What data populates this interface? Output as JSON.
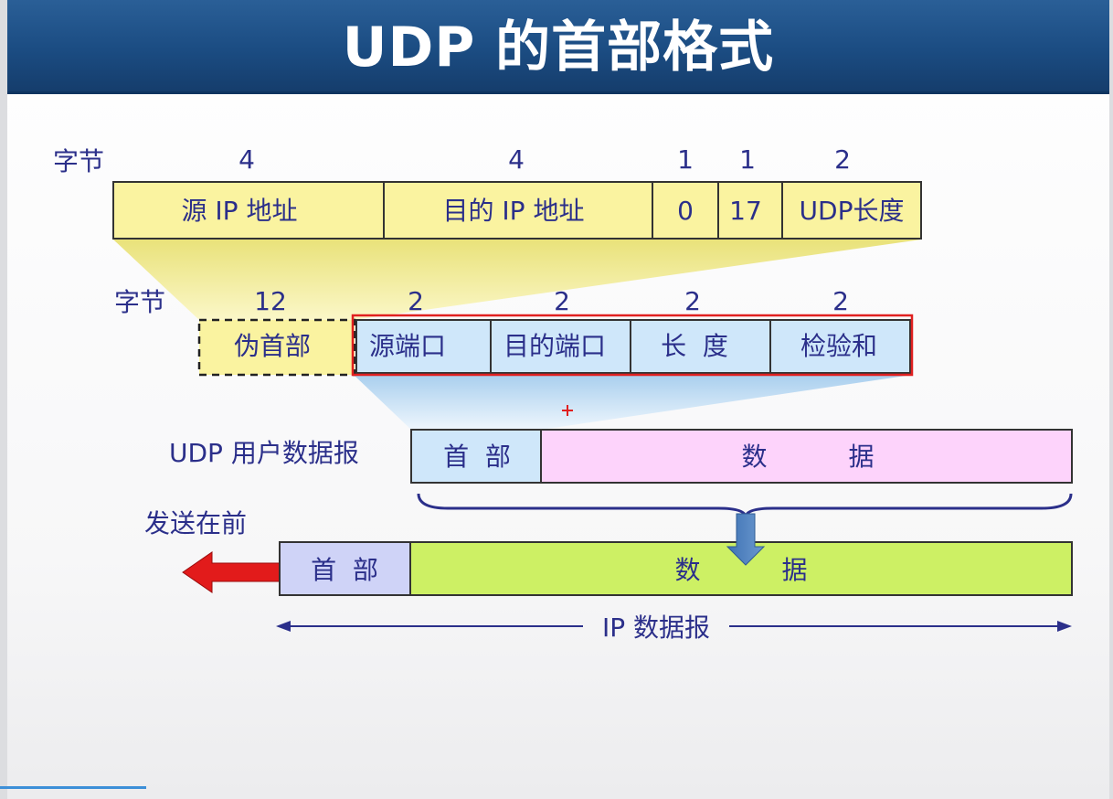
{
  "title": "UDP 的首部格式",
  "pseudo_header": {
    "bytes_label": "字节",
    "byte_sizes": [
      "4",
      "4",
      "1",
      "1",
      "2"
    ],
    "fields": [
      "源 IP 地址",
      "目的 IP 地址",
      "0",
      "17",
      "UDP长度"
    ]
  },
  "udp_header": {
    "bytes_label": "字节",
    "byte_sizes": [
      "12",
      "2",
      "2",
      "2",
      "2"
    ],
    "pseudo_label": "伪首部",
    "fields": [
      "源端口",
      "目的端口",
      "长  度",
      "检验和"
    ]
  },
  "udp_datagram": {
    "label": "UDP 用户数据报",
    "header": "首  部",
    "data": "数          据"
  },
  "ip_datagram": {
    "send_first": "发送在前",
    "header": "首  部",
    "data": "数          据",
    "label": "IP 数据报"
  },
  "colors": {
    "title_bar": "#1b4c82",
    "pseudo_yellow": "#faf3a0",
    "udp_blue": "#cfe7fa",
    "data_pink": "#fdd3fb",
    "ip_header_purple": "#cfd3f7",
    "ip_data_green": "#cdf064",
    "text_navy": "#2b2f8a",
    "red_highlight": "#e02020"
  }
}
